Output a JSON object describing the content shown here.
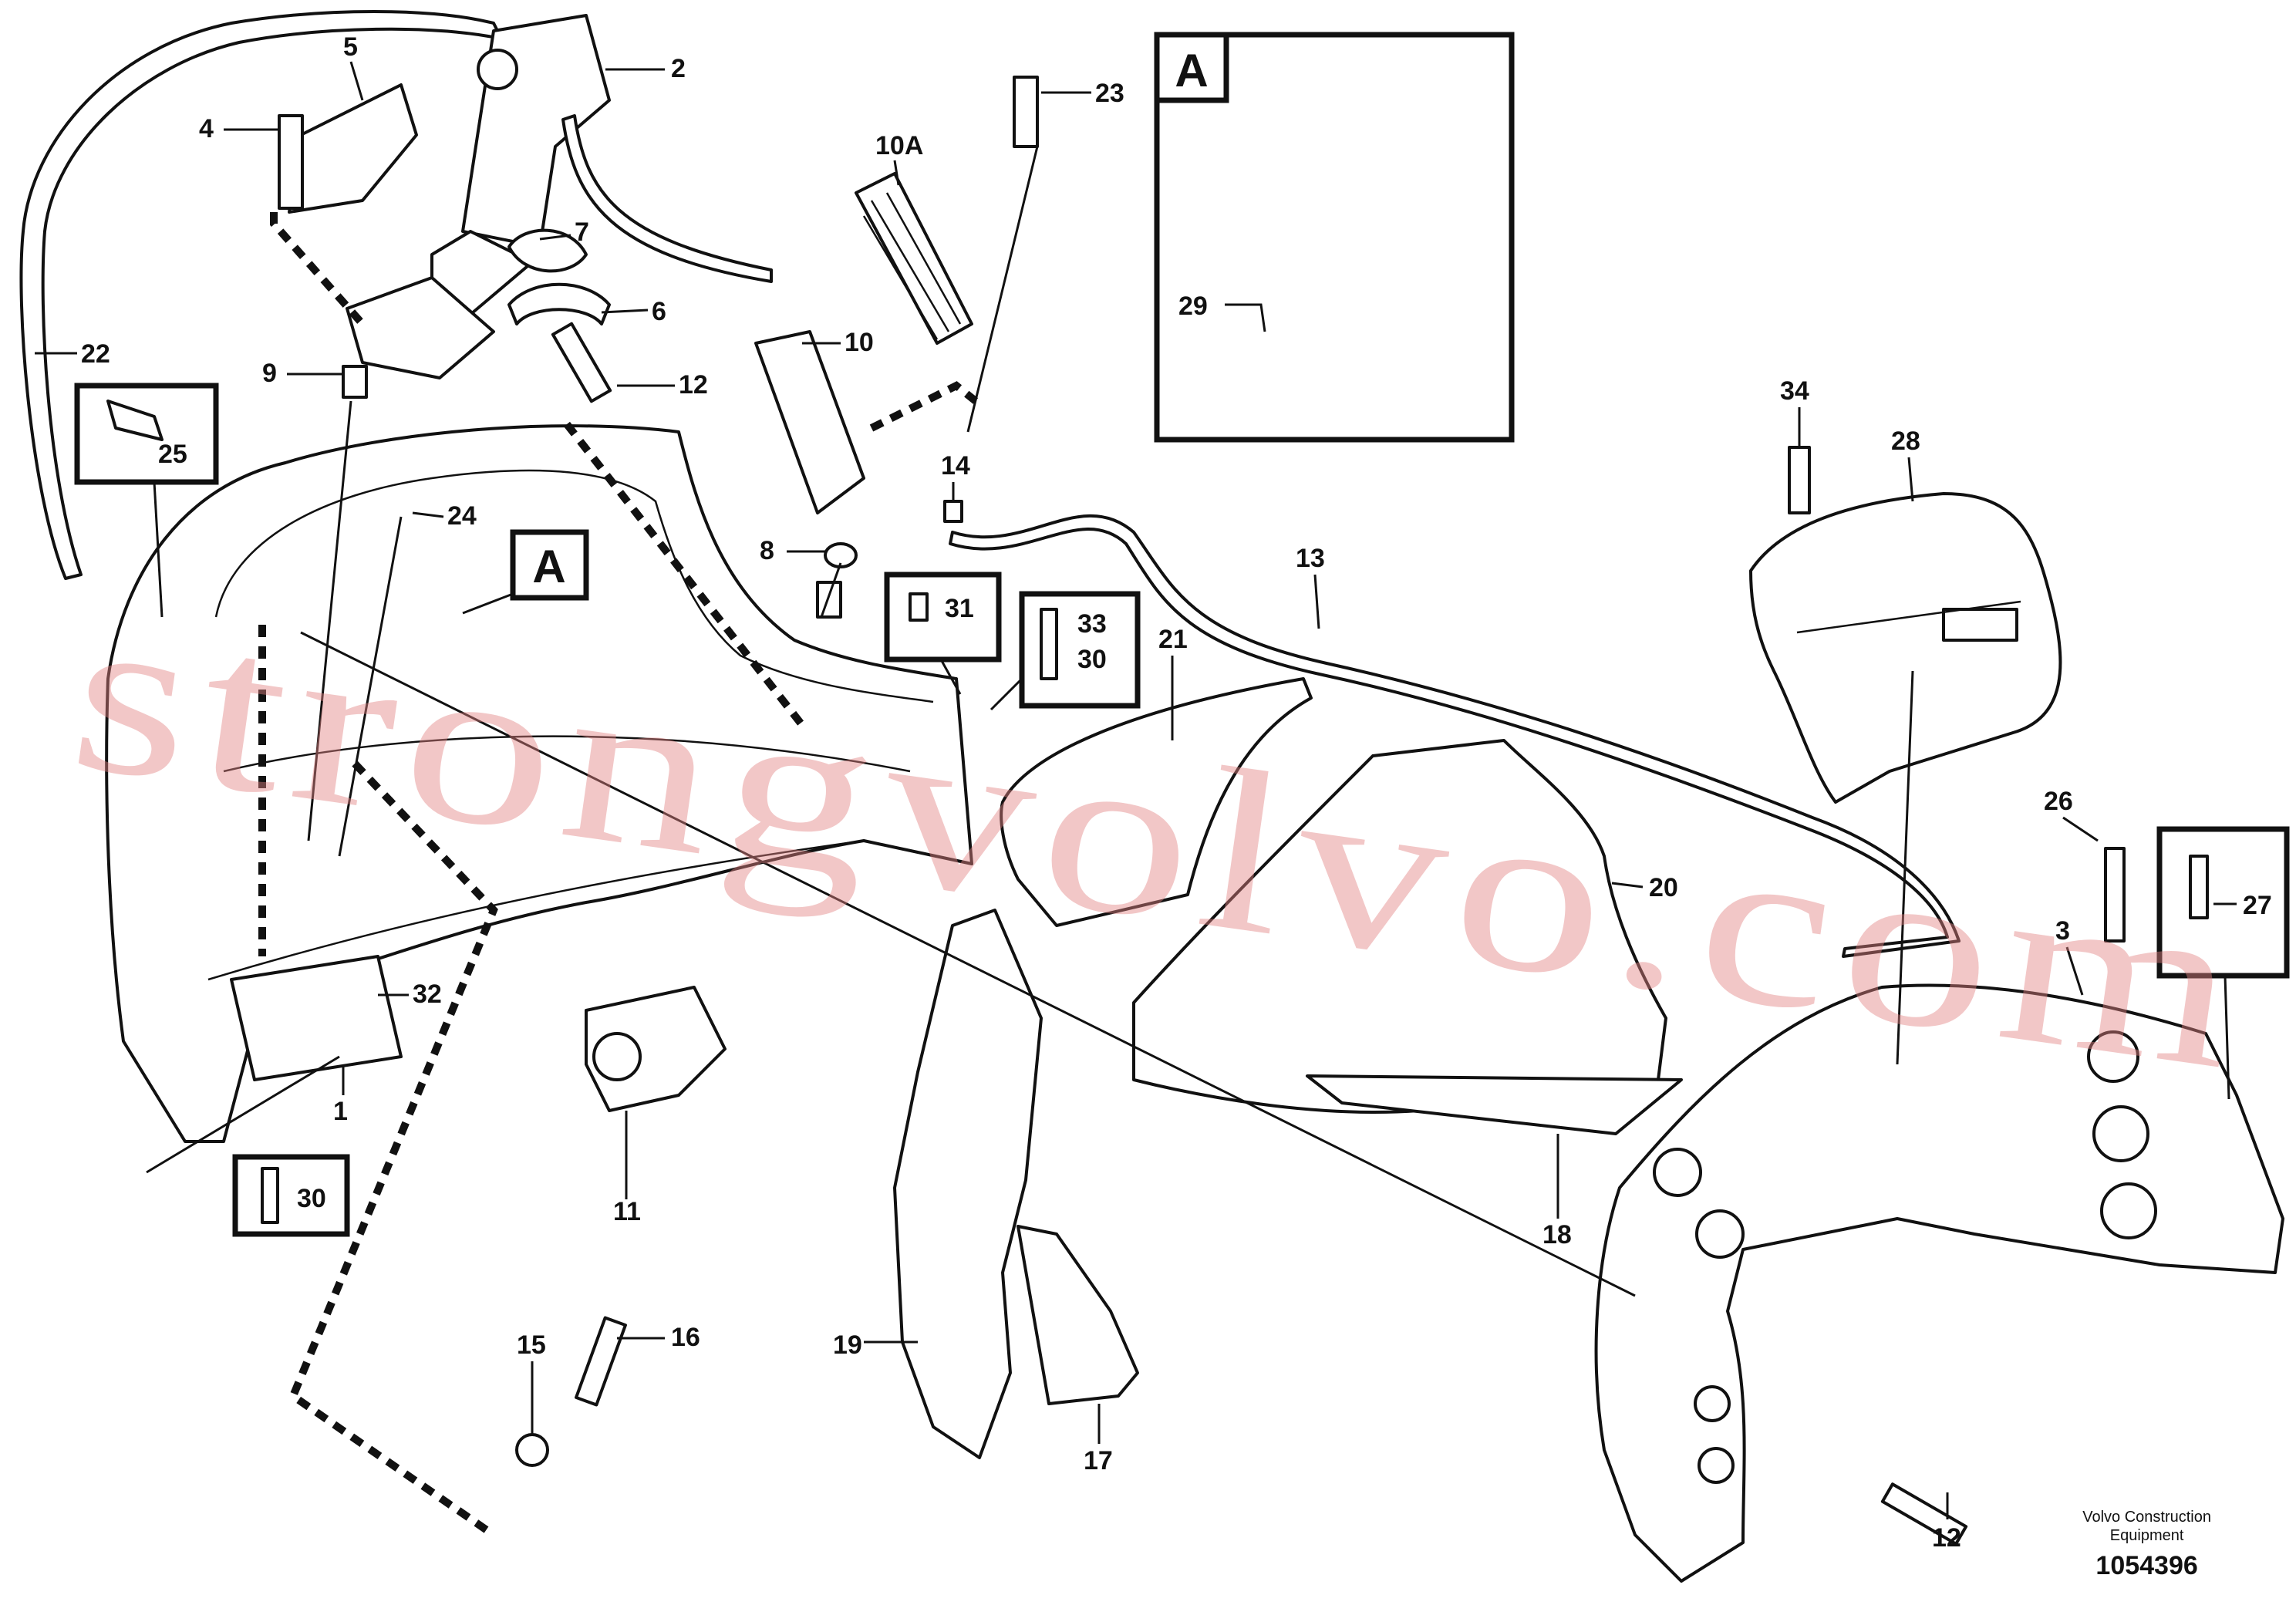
{
  "callouts": [
    "2",
    "5",
    "4",
    "7",
    "6",
    "12",
    "9",
    "22",
    "25",
    "24",
    "10A",
    "10",
    "23",
    "8",
    "14",
    "13",
    "31",
    "33",
    "30",
    "21",
    "20",
    "34",
    "28",
    "26",
    "27",
    "3",
    "32",
    "1",
    "30",
    "11",
    "18",
    "19",
    "17",
    "16",
    "15",
    "12",
    "29"
  ],
  "section_labels": {
    "main": "A",
    "detail": "A"
  },
  "watermark": "strongvolvo.com",
  "credit": {
    "line1": "Volvo Construction",
    "line2": "Equipment",
    "number": "1054396"
  },
  "colors": {
    "ink": "#111111",
    "watermark": "#e28282"
  }
}
